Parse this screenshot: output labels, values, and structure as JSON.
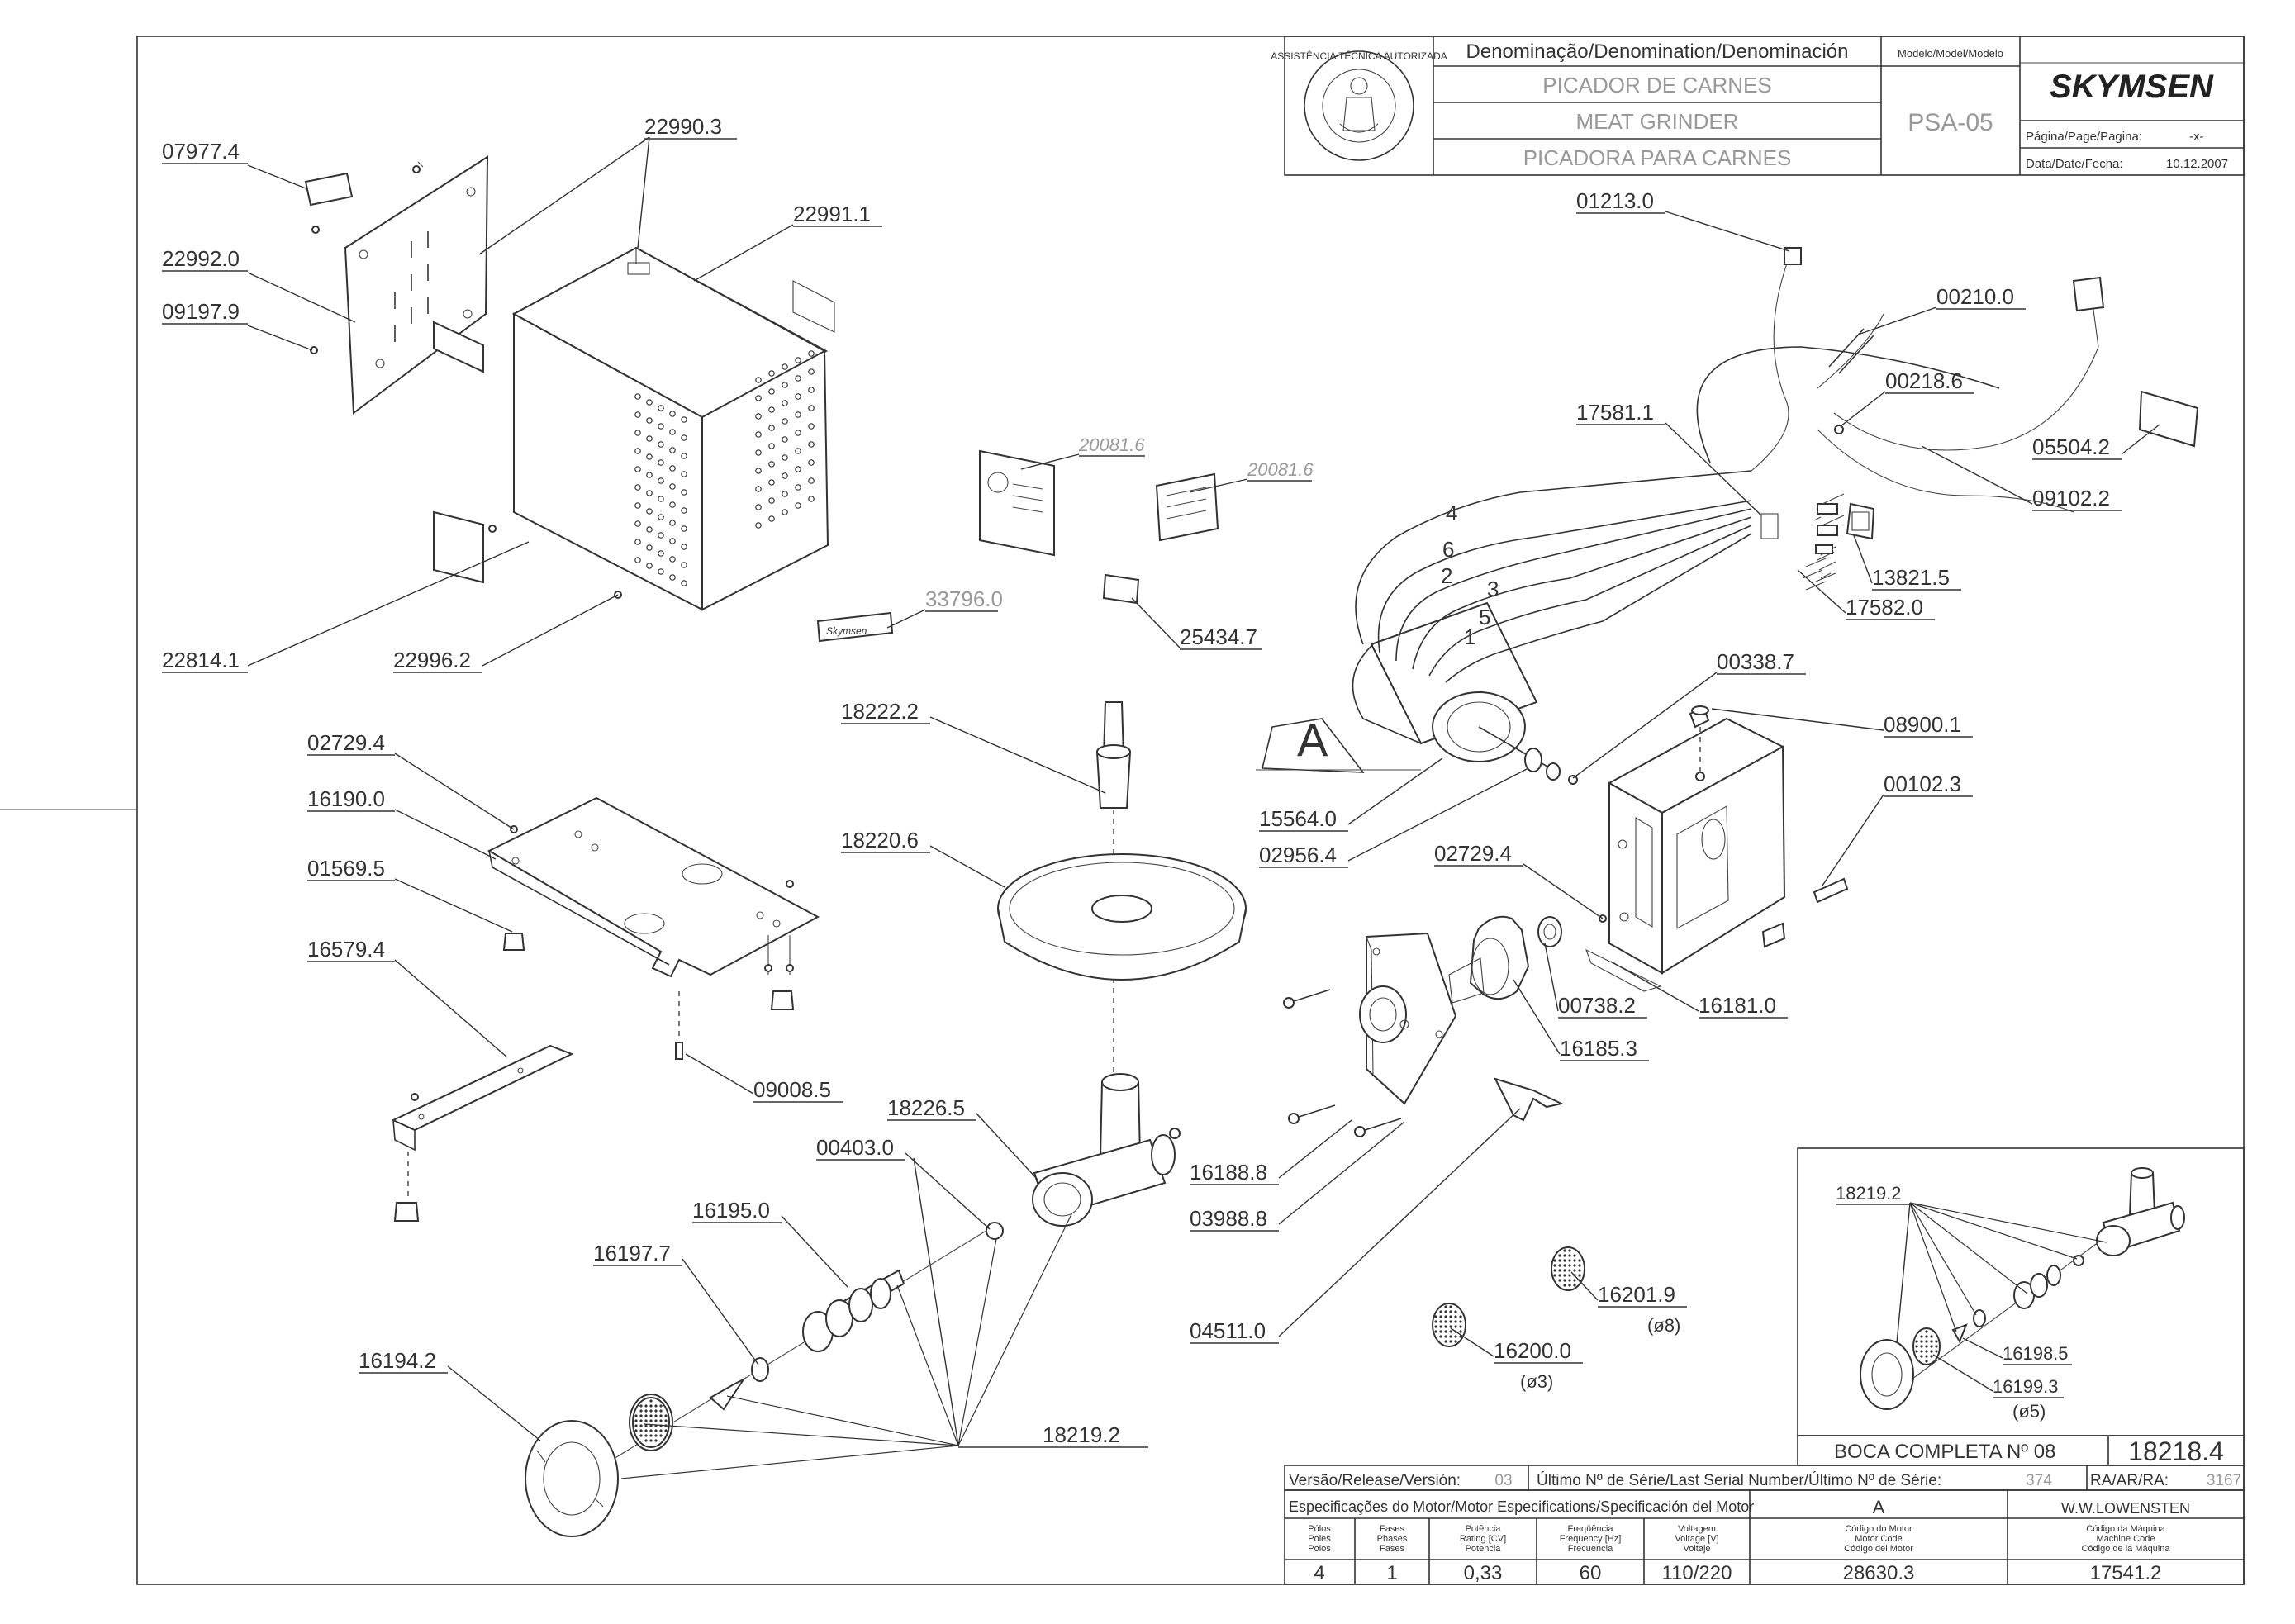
{
  "title_block": {
    "denomination_header": "Denominação/Denomination/Denominación",
    "model_header": "Modelo/Model/Modelo",
    "name_pt": "PICADOR DE CARNES",
    "name_en": "MEAT GRINDER",
    "name_es": "PICADORA PARA CARNES",
    "model": "PSA-05",
    "brand": "SKYMSEN",
    "page_label": "Página/Page/Pagina:",
    "page_value": "-x-",
    "date_label": "Data/Date/Fecha:",
    "date_value": "10.12.2007",
    "seal_text": "ASSISTÊNCIA TÉCNICA AUTORIZADA"
  },
  "part_labels": [
    {
      "id": "p1",
      "text": "07977.4"
    },
    {
      "id": "p2",
      "text": "22990.3"
    },
    {
      "id": "p3",
      "text": "22992.0"
    },
    {
      "id": "p4",
      "text": "22991.1"
    },
    {
      "id": "p5",
      "text": "09197.9"
    },
    {
      "id": "p6",
      "text": "22814.1"
    },
    {
      "id": "p7",
      "text": "22996.2"
    },
    {
      "id": "p8",
      "text": "20081.6"
    },
    {
      "id": "p9",
      "text": "20081.6"
    },
    {
      "id": "p10",
      "text": "33796.0"
    },
    {
      "id": "p11",
      "text": "25434.7"
    },
    {
      "id": "p12",
      "text": "01213.0"
    },
    {
      "id": "p13",
      "text": "00210.0"
    },
    {
      "id": "p14",
      "text": "00218.6"
    },
    {
      "id": "p15",
      "text": "17581.1"
    },
    {
      "id": "p16",
      "text": "05504.2"
    },
    {
      "id": "p17",
      "text": "09102.2"
    },
    {
      "id": "p18",
      "text": "13821.5"
    },
    {
      "id": "p19",
      "text": "17582.0"
    },
    {
      "id": "p20",
      "text": "00338.7"
    },
    {
      "id": "p21",
      "text": "08900.1"
    },
    {
      "id": "p22",
      "text": "15564.0"
    },
    {
      "id": "p23",
      "text": "02956.4"
    },
    {
      "id": "p24",
      "text": "00102.3"
    },
    {
      "id": "p25",
      "text": "02729.4"
    },
    {
      "id": "p26",
      "text": "02729.4"
    },
    {
      "id": "p27",
      "text": "16190.0"
    },
    {
      "id": "p28",
      "text": "01569.5"
    },
    {
      "id": "p29",
      "text": "16579.4"
    },
    {
      "id": "p30",
      "text": "09008.5"
    },
    {
      "id": "p31",
      "text": "18222.2"
    },
    {
      "id": "p32",
      "text": "18220.6"
    },
    {
      "id": "p33",
      "text": "18226.5"
    },
    {
      "id": "p34",
      "text": "00403.0"
    },
    {
      "id": "p35",
      "text": "16195.0"
    },
    {
      "id": "p36",
      "text": "16197.7"
    },
    {
      "id": "p37",
      "text": "16194.2"
    },
    {
      "id": "p38",
      "text": "18219.2"
    },
    {
      "id": "p39",
      "text": "00738.2"
    },
    {
      "id": "p40",
      "text": "16181.0"
    },
    {
      "id": "p41",
      "text": "16185.3"
    },
    {
      "id": "p42",
      "text": "16188.8"
    },
    {
      "id": "p43",
      "text": "03988.8"
    },
    {
      "id": "p44",
      "text": "04511.0"
    },
    {
      "id": "p45",
      "text": "16201.9"
    },
    {
      "id": "p46",
      "text": "16200.0"
    },
    {
      "id": "p47",
      "text": "18219.2"
    },
    {
      "id": "p48",
      "text": "16198.5"
    },
    {
      "id": "p49",
      "text": "16199.3"
    }
  ],
  "wire_numbers": [
    "4",
    "6",
    "2",
    "3",
    "5",
    "1"
  ],
  "diam_notes": {
    "d8": "(ø8)",
    "d3": "(ø3)",
    "d5": "(ø5)"
  },
  "section_marker": "A",
  "boca": {
    "label": "BOCA COMPLETA Nº 08",
    "code": "18218.4"
  },
  "release": {
    "version_label": "Versão/Release/Versión:",
    "version_value": "03",
    "serial_label": "Último Nº de Série/Last Serial Number/Último Nº de Série:",
    "serial_value": "374",
    "ra_label": "RA/AR/RA:",
    "ra_value": "3167"
  },
  "motor": {
    "spec_header": "Especificações do Motor/Motor Especifications/Specificación del Motor",
    "a_header": "A",
    "author": "W.W.LOWENSTEN",
    "col_polos": "Pólos\nPoles\nPolos",
    "col_fases": "Fases\nPhases\nFases",
    "col_potencia": "Potência\nRating [CV]\nPotencia",
    "col_freq": "Freqüência\nFrequency [Hz]\nFrecuencia",
    "col_volt": "Voltagem\nVoltage [V]\nVoltaje",
    "col_motor_code": "Código do Motor\nMotor Code\nCódigo del Motor",
    "col_machine_code": "Código da Máquina\nMachine Code\nCódigo de la Máquina",
    "polos": "4",
    "fases": "1",
    "potencia": "0,33",
    "freq": "60",
    "volt": "110/220",
    "motor_code": "28630.3",
    "machine_code": "17541.2"
  }
}
